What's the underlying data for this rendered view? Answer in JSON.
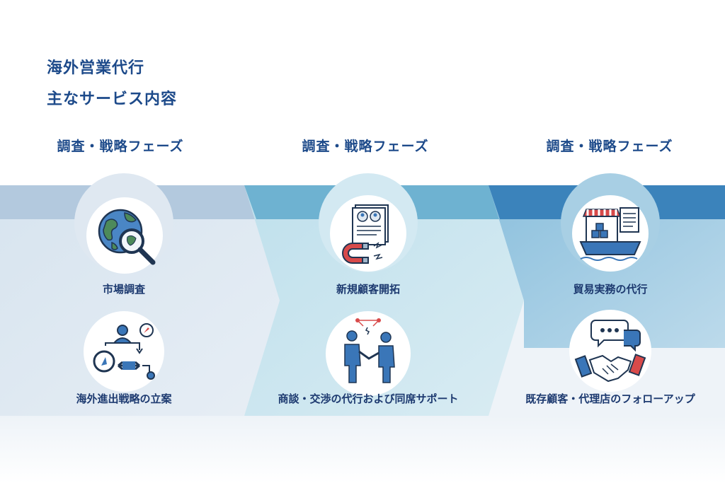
{
  "heading": {
    "line1": "海外営業代行",
    "line2": "主なサービス内容"
  },
  "phases": [
    {
      "title": "調査・戦略フェーズ"
    },
    {
      "title": "調査・戦略フェーズ"
    },
    {
      "title": "調査・戦略フェーズ"
    }
  ],
  "services": {
    "market_research": "市場調査",
    "overseas_strategy": "海外進出戦略の立案",
    "new_customer": "新規顧客開拓",
    "negotiation": "商談・交渉の代行および同席サポート",
    "trade_practice": "貿易実務の代行",
    "followup": "既存顧客・代理店のフォローアップ"
  },
  "colors": {
    "heading": "#1d4a8a",
    "label": "#1d3a70",
    "band1": "#b9cde0",
    "band2": "#7ab8d3",
    "band3": "#3f88bf",
    "icon_outline": "#1f3552",
    "icon_blue": "#3a76b8",
    "icon_red": "#d84a4a"
  },
  "icons": [
    "globe-magnifier-icon",
    "strategy-flow-icon",
    "magnet-profiles-icon",
    "handshake-people-icon",
    "shop-ship-icon",
    "handshake-chat-icon"
  ]
}
